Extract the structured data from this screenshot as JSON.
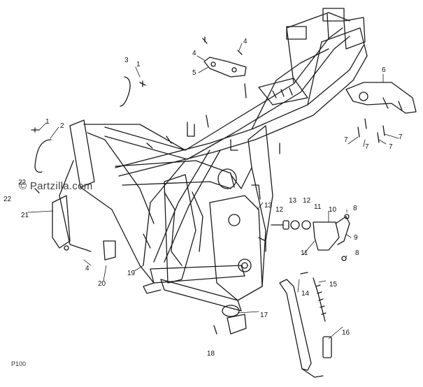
{
  "watermark": "© Partzilla.com",
  "corner_mark": "P100",
  "callouts": [
    "1",
    "2",
    "3",
    "1",
    "4",
    "4",
    "5",
    "6",
    "7",
    "7",
    "7",
    "7",
    "8",
    "8",
    "9",
    "10",
    "11",
    "11",
    "12",
    "12",
    "13",
    "13",
    "14",
    "15",
    "16",
    "17",
    "18",
    "19",
    "20",
    "21",
    "22",
    "22",
    "4"
  ]
}
